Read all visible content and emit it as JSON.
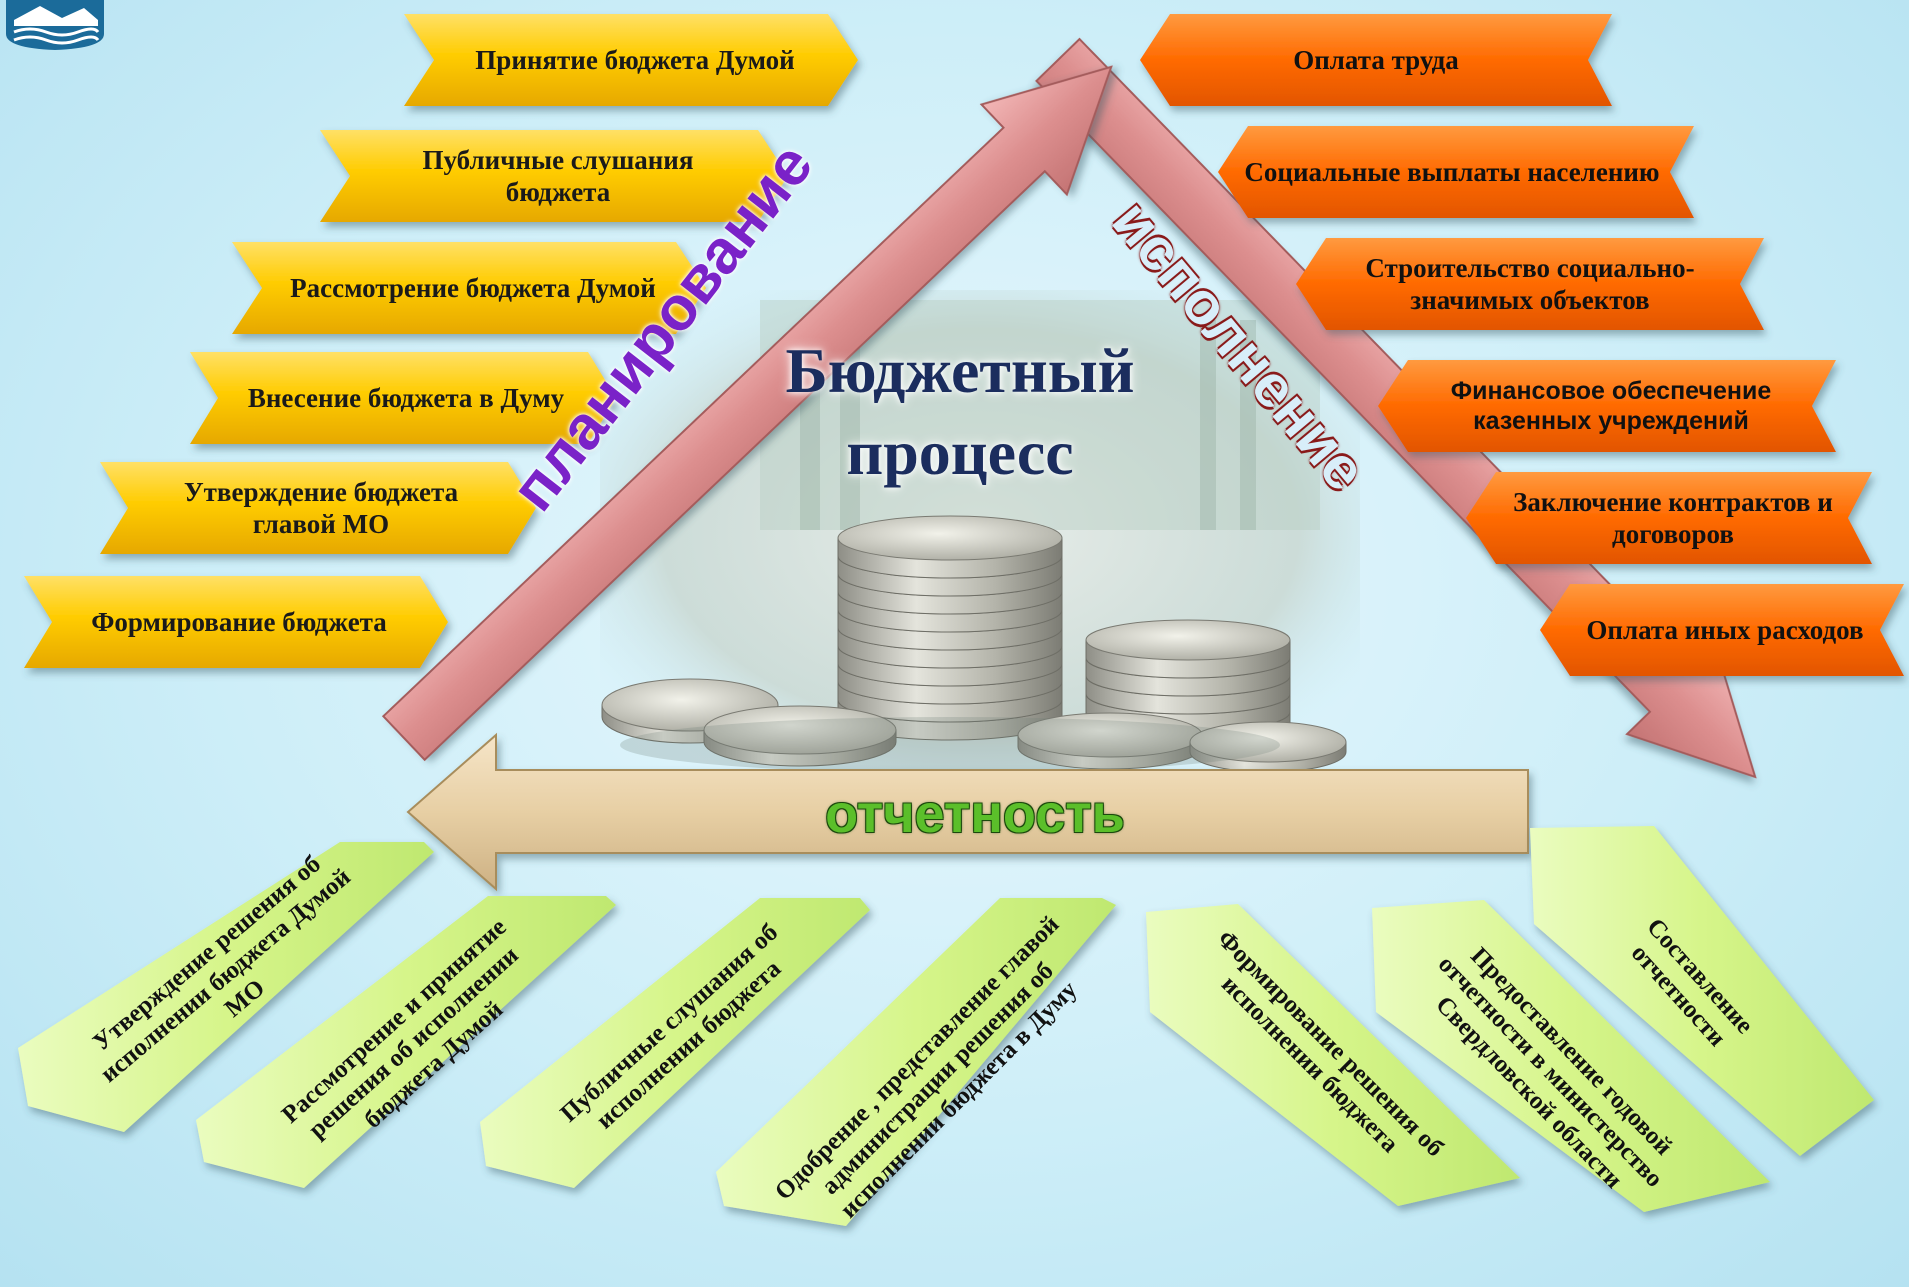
{
  "center_title": "Бюджетный процесс",
  "phases": {
    "planning": "планирование",
    "execution": "исполнение",
    "reporting": "отчетность"
  },
  "planning_steps": [
    "Принятие бюджета Думой",
    "Публичные слушания бюджета",
    "Рассмотрение бюджета Думой",
    "Внесение бюджета  в Думу",
    "Утверждение бюджета главой МО",
    "Формирование бюджета"
  ],
  "execution_steps": [
    "Оплата труда",
    "Социальные выплаты населению",
    "Строительство социально-значимых объектов",
    "Финансовое обеспечение казенных учреждений",
    "Заключение контрактов и договоров",
    "Оплата иных расходов"
  ],
  "reporting_steps": [
    "Утверждение решения об исполнении бюджета Думой  МО",
    "Рассмотрение и принятие решения об исполнении бюджета Думой",
    "Публичные слушания об исполнении бюджета",
    "Одобрение , представление главой администрации решения об исполнении бюджета в Думу",
    "Формирование решения об исполнении бюджета",
    "Предоставление годовой отчетности в министерство Свердловской области",
    "Составление отчетности"
  ],
  "colors": {
    "planning_fill": "#ffcc00",
    "execution_fill": "#ff6a00",
    "reporting_fill": "#d6f58a",
    "planning_label": "#7a22c8",
    "execution_label": "#d8eef9",
    "reporting_label": "#5bbf2a",
    "title": "#1b2d5e"
  }
}
